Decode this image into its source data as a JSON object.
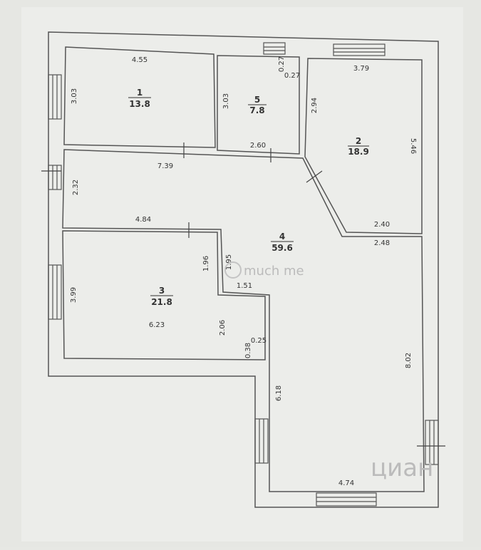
{
  "rooms": [
    {
      "number": "1",
      "area": "13.8"
    },
    {
      "number": "5",
      "area": "7.8"
    },
    {
      "number": "2",
      "area": "18.9"
    },
    {
      "number": "4",
      "area": "59.6"
    },
    {
      "number": "3",
      "area": "21.8"
    }
  ],
  "dimensions": {
    "r1_top": "4.55",
    "r1_left": "3.03",
    "r5_left": "3.03",
    "r5_bottom": "2.60",
    "r5_small_a": "0.27",
    "r5_small_b": "0.27",
    "r2_top": "3.79",
    "r2_left": "2.94",
    "r2_right": "5.46",
    "r2_bottom": "2.40",
    "corridor_top": "7.39",
    "corridor_left": "2.32",
    "corridor_bottom": "4.84",
    "r3_left": "3.99",
    "r3_bottom": "6.23",
    "r3_notch_a": "1.96",
    "r3_notch_b": "1.95",
    "r3_notch_c": "1.51",
    "r3_notch_d": "2.06",
    "r3_notch_e": "0.25",
    "r3_notch_f": "0.38",
    "r4_right_top": "2.48",
    "r4_right": "8.02",
    "r4_left_lower": "6.18",
    "r4_bottom": "4.74"
  },
  "watermark": {
    "left": "much me",
    "right": "циан"
  }
}
